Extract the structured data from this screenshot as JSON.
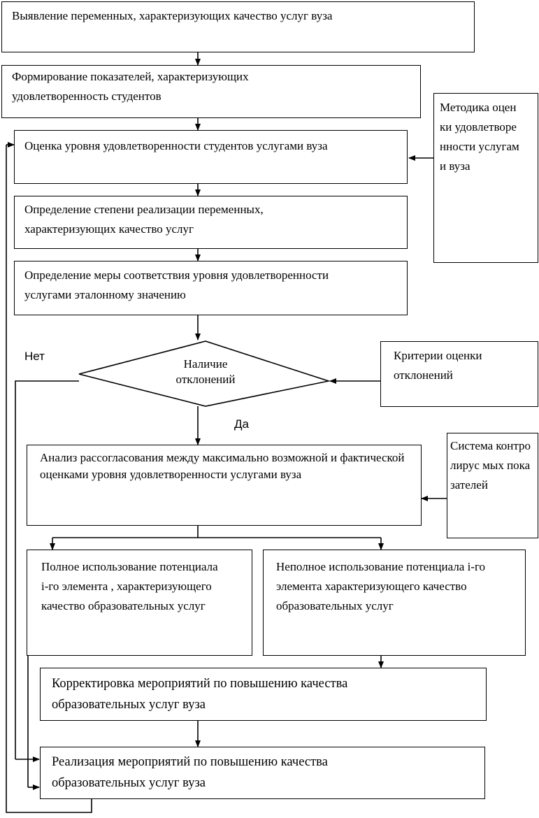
{
  "flowchart": {
    "steps": {
      "identify_variables": "Выявление переменных, характеризующих качество услуг вуза",
      "form_indicators": "Формирование показателей, характеризующих удовлетворенность студентов",
      "assess_satisfaction": "Оценка уровня удовлетворенности студентов услугами вуза",
      "degree_realization": "Определение степени реализации переменных, характеризующих качество услуг",
      "measure_conformity": "Определение меры соответствия уровня удовлетворенности услугами эталонному значению",
      "analysis_mismatch": "Анализ рассогласования между максимально возможной  и фактической оценками уровня удовлетворенности услугами вуза",
      "full_use": "Полное использование потенциала i-го элемента , характеризующего качество образовательных услуг",
      "partial_use": "Неполное использование потенциала i-го элемента характеризующего качество образовательных услуг",
      "adjust_measures": "Корректировка мероприятий по повышению качества образовательных услуг  вуза",
      "implement_measures": "Реализация мероприятий по повышению качества образовательных услуг вуза"
    },
    "decision": {
      "text": "Наличие отклонений",
      "no_label": "Нет",
      "yes_label": "Да"
    },
    "side_inputs": {
      "methodology": "Методика оценки удовлетворе нности услугами вуза",
      "criteria": "Критерии оценки отклонений",
      "control_system": "Система контролирус мых показателей"
    }
  }
}
